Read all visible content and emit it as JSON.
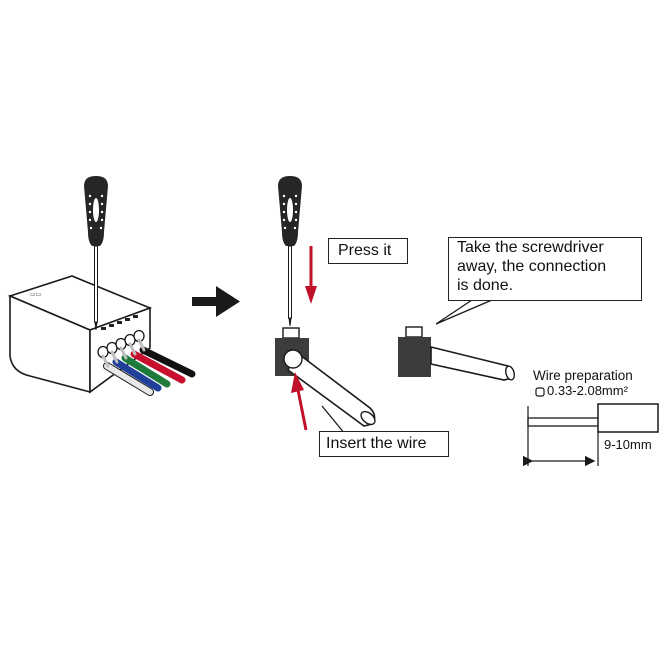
{
  "labels": {
    "press": "Press it",
    "take_line1": "Take the screwdriver",
    "take_line2": "away, the connection",
    "take_line3": "is done.",
    "insert": "Insert the wire",
    "wire_prep": "Wire preparation",
    "wire_gauge": "0.33-2.08mm²",
    "strip_length": "9-10mm"
  },
  "colors": {
    "arrow_red": "#c0102a",
    "outline": "#1a1a1a",
    "handle": "#262626",
    "connector": "#3c3c3c",
    "wire_red": "#c8102e",
    "wire_green": "#1e7a3a",
    "wire_blue": "#1f3f9a",
    "wire_white": "#e8e8e8",
    "wire_black": "#111111"
  },
  "icons": {
    "screwdriver": "screwdriver-icon",
    "next_step": "right-arrow-icon",
    "square_section": "square-icon"
  }
}
